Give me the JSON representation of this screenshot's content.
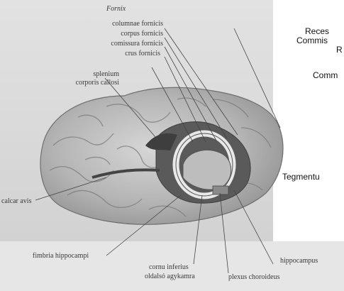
{
  "figure": {
    "left_labels": {
      "fornix": "Fornix",
      "columnae_fornicis": "columnae fornicis",
      "corpus_fornicis": "corpus fornicis",
      "comissura_fornicis": "comissura fornicis",
      "crus_fornicis": "crus fornicis",
      "splenium": "splenium",
      "corporis_callosi": "corporis callosi",
      "calcar_avis": "calcar avis",
      "fimbria_hippocampi": "fimbria hippocampi",
      "cornu_inferius": "cornu inferius",
      "oldalso_agykamra": "oldalsó agykamra",
      "plexus_choroideus": "plexus choroideus",
      "hippocampus": "hippocampus"
    },
    "right_labels": {
      "line1": "Reces",
      "line2": "Commis",
      "line3": "R",
      "line4": "Comm",
      "line5": "Tegmentu"
    },
    "colors": {
      "background": "#ffffff",
      "brain_fill": "#b9b9b9",
      "panel_bg": "#dcdcdc",
      "accent": "#f2b27a"
    }
  }
}
